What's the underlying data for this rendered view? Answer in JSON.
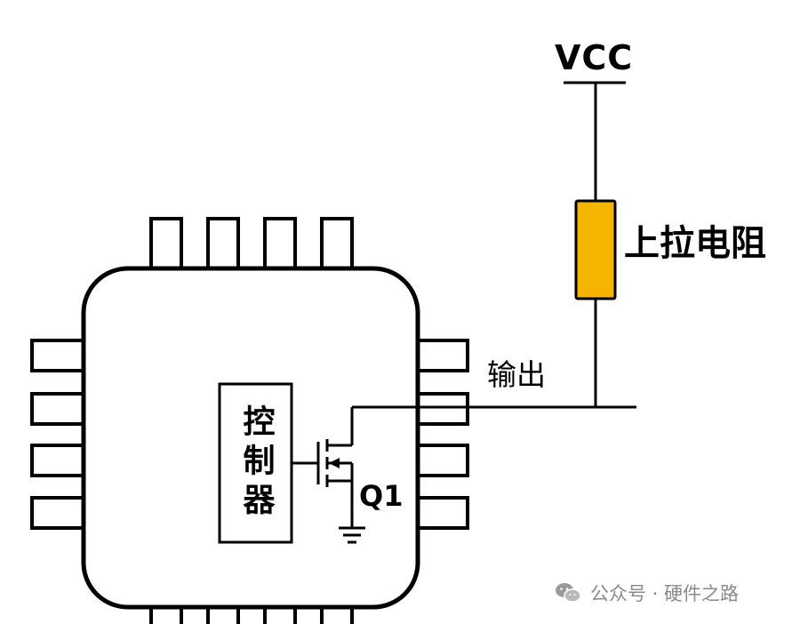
{
  "labels": {
    "vcc": "VCC",
    "pull_up_resistor": "上拉电阻",
    "output": "输出",
    "controller": "控制器",
    "transistor": "Q1"
  },
  "watermark": "公众号 · 硬件之路",
  "colors": {
    "resistor_fill": "#f5b400",
    "line": "#000000",
    "watermark": "#8a8a8a"
  }
}
